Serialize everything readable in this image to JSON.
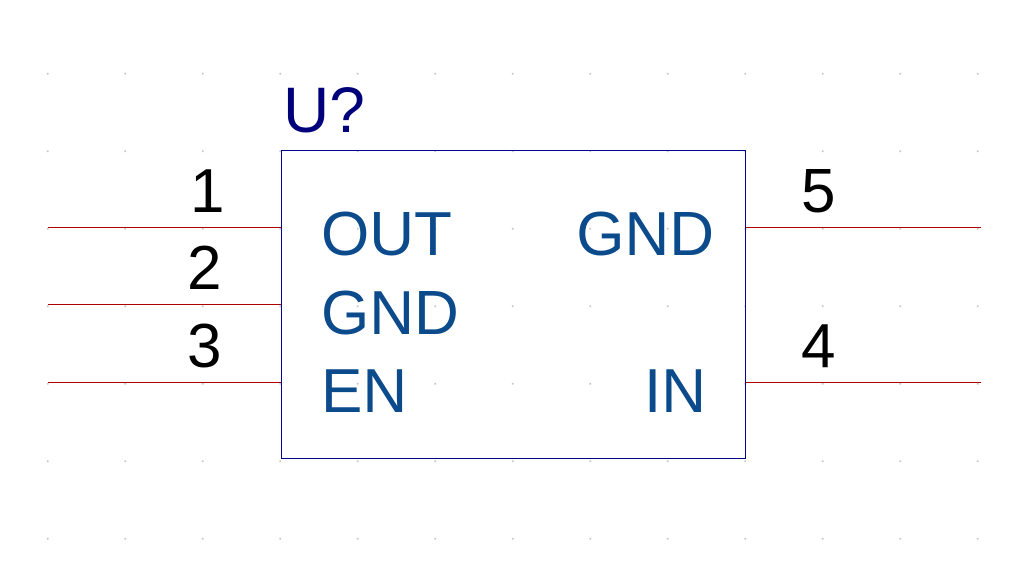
{
  "component": {
    "reference": "U?",
    "colors": {
      "body_outline": "#00008b",
      "reference_text": "#00007a",
      "pin_name_text": "#0b4a8b",
      "pin_number_text": "#000000",
      "pin_line": "#b00000",
      "grid_dot": "#c8c8c8",
      "background": "#ffffff"
    },
    "pins": [
      {
        "number": "1",
        "name": "OUT",
        "side": "left"
      },
      {
        "number": "2",
        "name": "GND",
        "side": "left"
      },
      {
        "number": "3",
        "name": "EN",
        "side": "left"
      },
      {
        "number": "5",
        "name": "GND",
        "side": "right"
      },
      {
        "number": "4",
        "name": "IN",
        "side": "right"
      }
    ]
  }
}
